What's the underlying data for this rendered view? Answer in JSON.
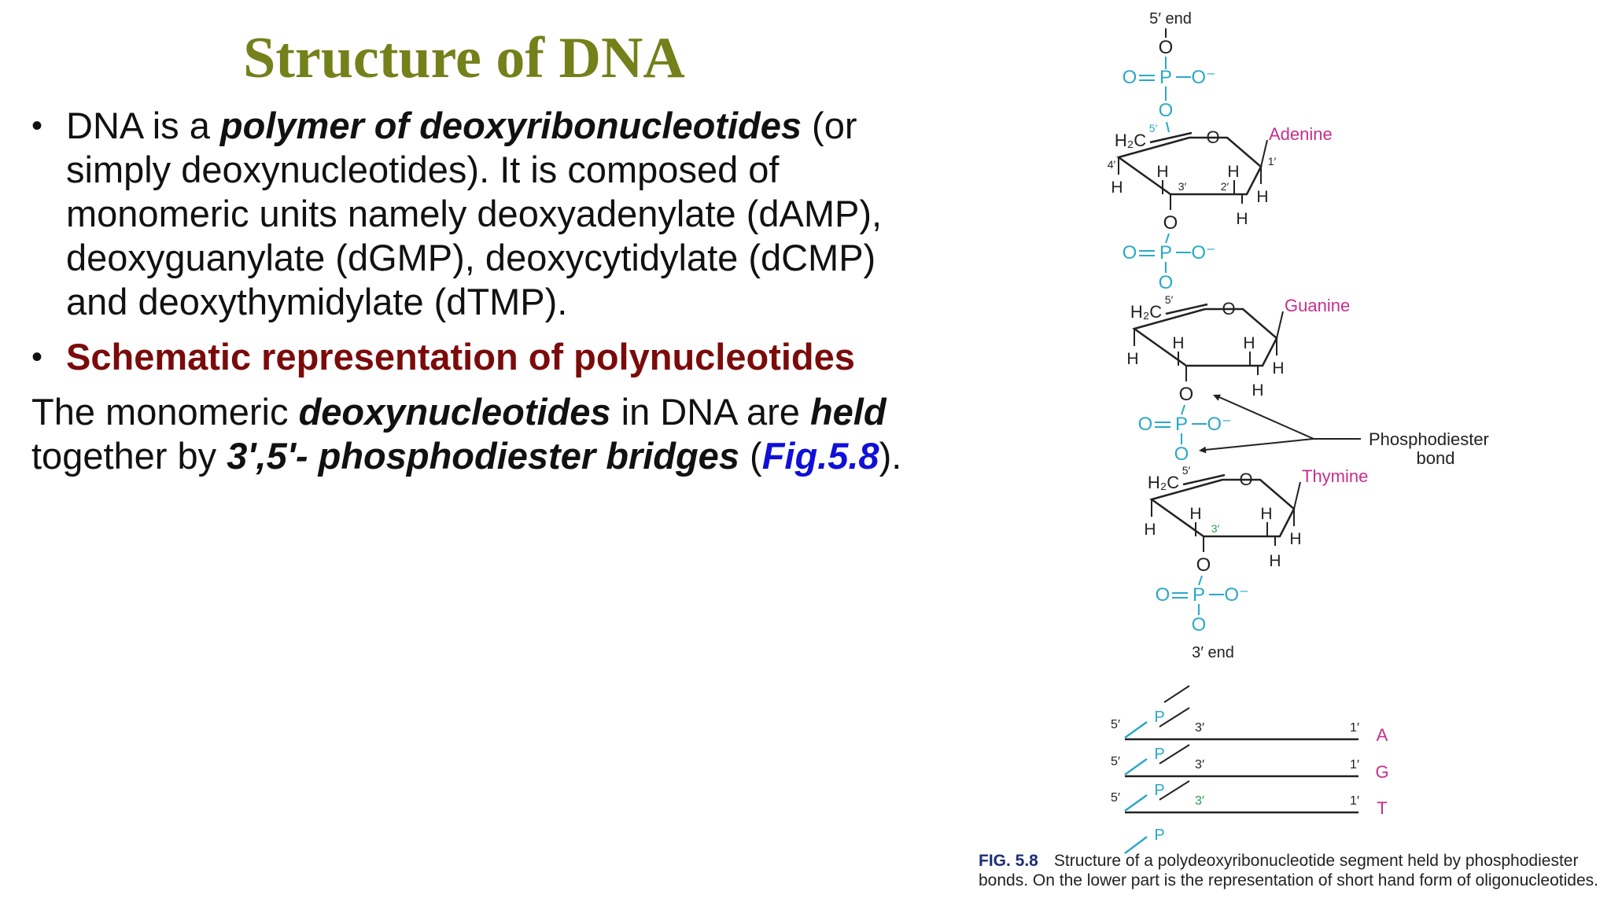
{
  "title": "Structure of DNA",
  "colors": {
    "title": "#74801a",
    "highlight": "#7b0b0b",
    "link": "#1010d8",
    "phosphate": "#2aa9c8",
    "base": "#c82e8c",
    "caption_fig": "#1b2f74"
  },
  "bullet1": {
    "t1": "DNA is a ",
    "t2": "polymer of deoxyribonucleotides",
    "t3": " (or simply deoxynucleotides). It is composed of monomeric units namely deoxyadenylate (dAMP), deoxyguanylate (dGMP), deoxycytidylate (dCMP) and deoxythymidylate (dTMP)."
  },
  "bullet2": "Schematic representation of polynucleotides",
  "para": {
    "t1": "The monomeric ",
    "t2": "deoxynucleotides",
    "t3": " in DNA are ",
    "t4": "held",
    "t5": " together by ",
    "t6": "3',5'- phosphodiester bridges",
    "t7": " (",
    "t8": "Fig.5.8",
    "t9": ")."
  },
  "figure": {
    "end5": "5′ end",
    "end3": "3′ end",
    "O": "O",
    "P": "P",
    "O_minus": "O⁻",
    "H": "H",
    "H2C": "H₂C",
    "n5": "5′",
    "n4": "4′",
    "n3": "3′",
    "n2": "2′",
    "n1": "1′",
    "bases": [
      "Adenine",
      "Guanine",
      "Thymine"
    ],
    "bond_label_1": "Phosphodiester",
    "bond_label_2": "bond",
    "short_letters": [
      "A",
      "G",
      "T"
    ]
  },
  "caption": {
    "fig": "FIG. 5.8",
    "text": "Structure of a polydeoxyribonucleotide segment held by phosphodiester bonds. On the lower part is the representation of short hand form of oligonucleotides."
  }
}
